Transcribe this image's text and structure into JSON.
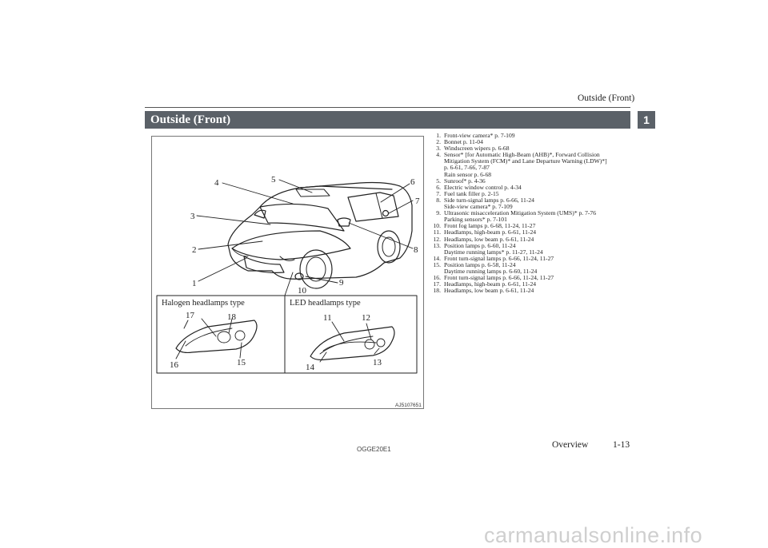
{
  "header": {
    "section_title": "Outside (Front)"
  },
  "title_bar": {
    "title": "Outside (Front)"
  },
  "chapter_tab": "1",
  "figure": {
    "halogen_caption": "Halogen headlamps type",
    "led_caption": "LED headlamps type",
    "figure_code": "AJ5107651",
    "callouts": {
      "n1": "1",
      "n2": "2",
      "n3": "3",
      "n4": "4",
      "n5": "5",
      "n6": "6",
      "n7": "7",
      "n8": "8",
      "n9": "9",
      "n10": "10",
      "n11": "11",
      "n12": "12",
      "n13": "13",
      "n14": "14",
      "n15": "15",
      "n16": "16",
      "n17": "17",
      "n18": "18"
    }
  },
  "legend": [
    {
      "num": "1.",
      "lines": [
        "Front-view camera* p. 7-109"
      ]
    },
    {
      "num": "2.",
      "lines": [
        "Bonnet p. 11-04"
      ]
    },
    {
      "num": "3.",
      "lines": [
        "Windscreen wipers p. 6-68"
      ]
    },
    {
      "num": "4.",
      "lines": [
        "Sensor* [for Automatic High-Beam (AHB)*, Forward Collision",
        "Mitigation System (FCM)* and Lane Departure Warning (LDW)*]",
        "p. 6-61, 7-66, 7-87",
        "Rain sensor p. 6-68"
      ]
    },
    {
      "num": "5.",
      "lines": [
        "Sunroof* p. 4-36"
      ]
    },
    {
      "num": "6.",
      "lines": [
        "Electric window control p. 4-34"
      ]
    },
    {
      "num": "7.",
      "lines": [
        "Fuel tank filler p. 2-15"
      ]
    },
    {
      "num": "8.",
      "lines": [
        "Side turn-signal lamps p. 6-66, 11-24",
        "Side-view camera* p. 7-109"
      ]
    },
    {
      "num": "9.",
      "lines": [
        "Ultrasonic misacceleration Mitigation System (UMS)* p. 7-76",
        "Parking sensors* p. 7-101"
      ]
    },
    {
      "num": "10.",
      "lines": [
        "Front fog lamps p. 6-68, 11-24, 11-27"
      ]
    },
    {
      "num": "11.",
      "lines": [
        "Headlamps, high-beam p. 6-61, 11-24"
      ]
    },
    {
      "num": "12.",
      "lines": [
        "Headlamps, low beam p. 6-61, 11-24"
      ]
    },
    {
      "num": "13.",
      "lines": [
        "Position lamps p. 6-60, 11-24",
        "Daytime running lamps* p. 11-27, 11-24"
      ]
    },
    {
      "num": "14.",
      "lines": [
        "Front turn-signal lamps p. 6-66, 11-24, 11-27"
      ]
    },
    {
      "num": "15.",
      "lines": [
        "Position lamps p. 6-58, 11-24",
        "Daytime running lamps p. 6-60, 11-24"
      ]
    },
    {
      "num": "16.",
      "lines": [
        "Front turn-signal lamps p. 6-66, 11-24, 11-27"
      ]
    },
    {
      "num": "17.",
      "lines": [
        "Headlamps, high-beam p. 6-61, 11-24"
      ]
    },
    {
      "num": "18.",
      "lines": [
        "Headlamps, low beam p. 6-61, 11-24"
      ]
    }
  ],
  "footer": {
    "code": "OGGE20E1",
    "section": "Overview",
    "page": "1-13"
  },
  "watermark": "carmanualsonline.info",
  "colors": {
    "title_bar_bg": "#5b6168",
    "title_text": "#ffffff",
    "watermark": "#cfcfcf"
  }
}
